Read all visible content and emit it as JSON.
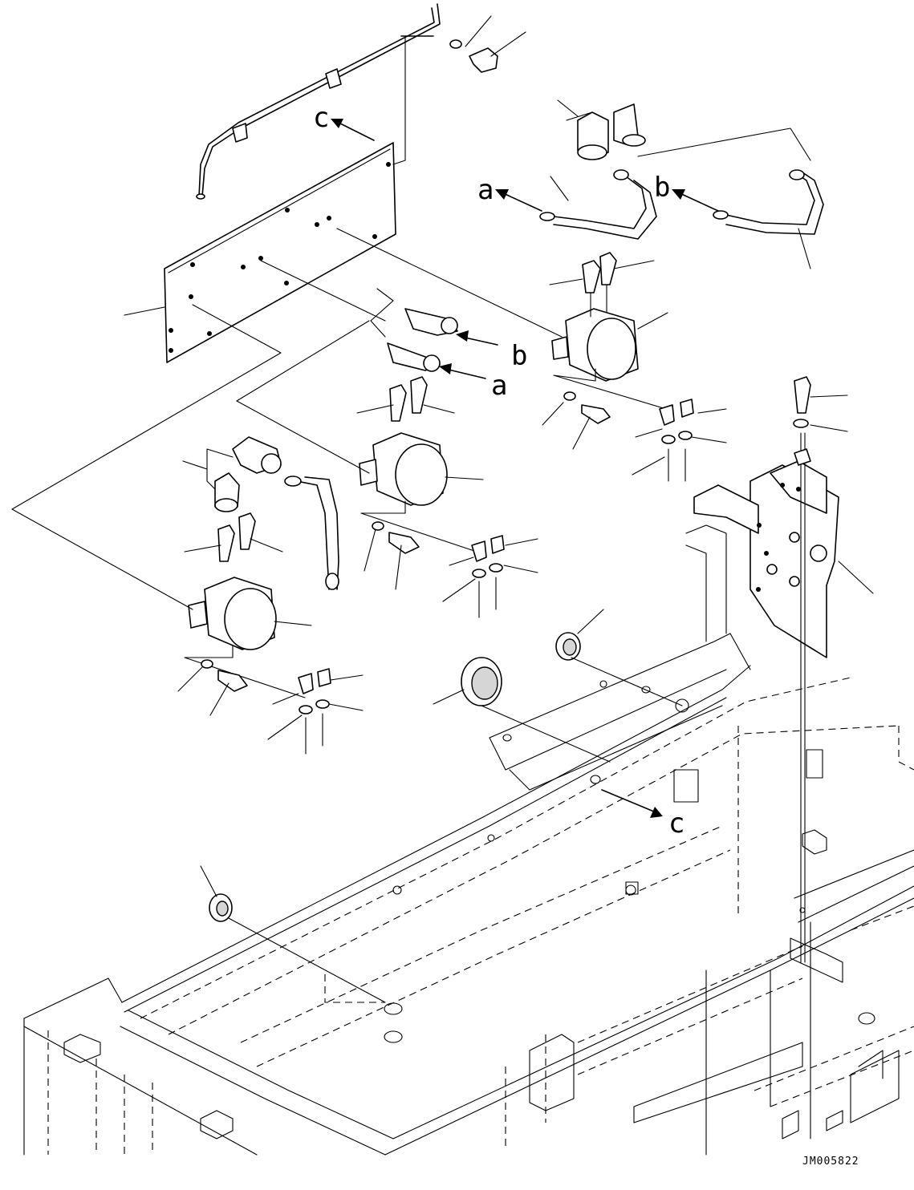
{
  "reference_labels": {
    "c_top": "c",
    "a_top": "a",
    "b_top": "b",
    "b_mid": "b",
    "a_mid": "a",
    "c_bottom": "c"
  },
  "drawing_code": "JM005822"
}
